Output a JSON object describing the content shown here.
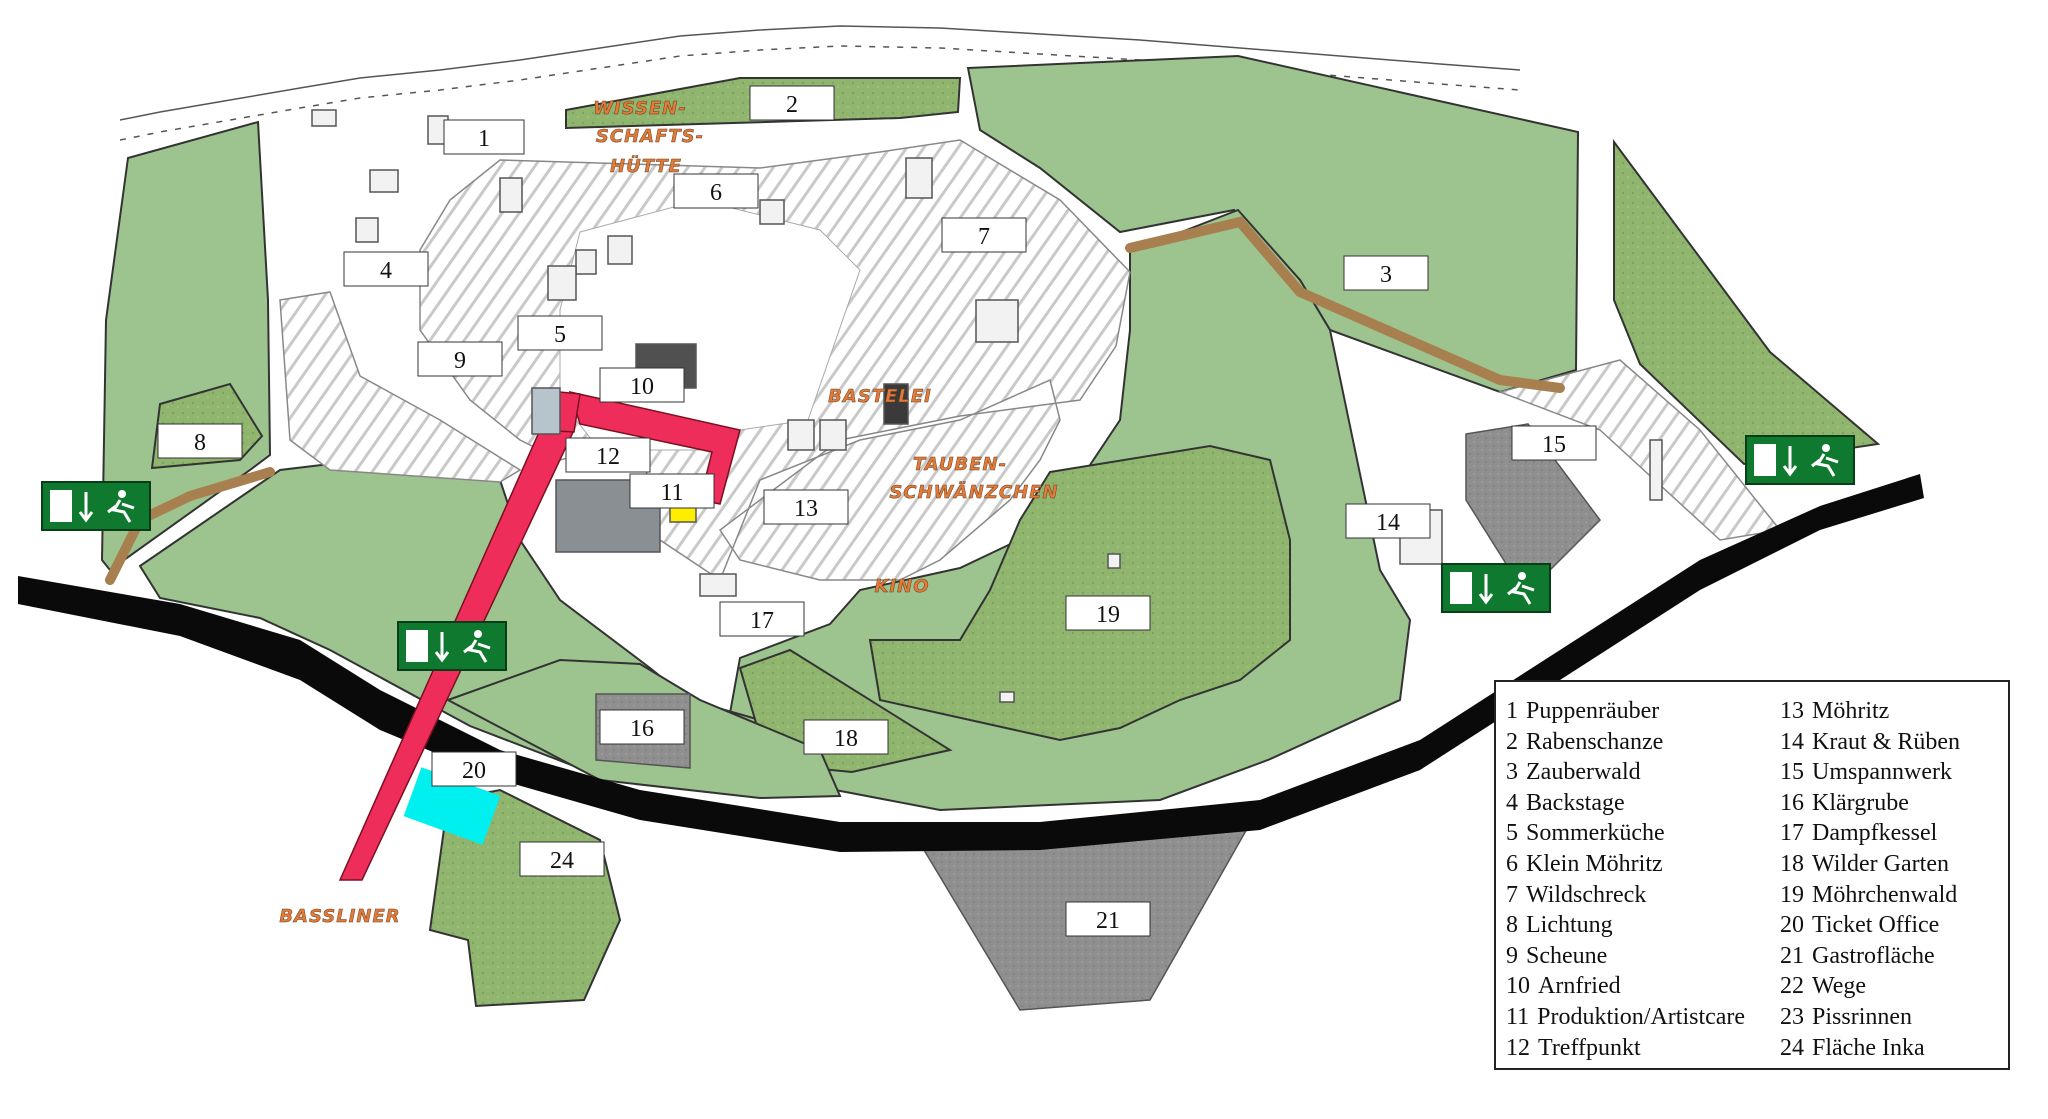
{
  "areas": [
    {
      "id": "1",
      "label": "1"
    },
    {
      "id": "2",
      "label": "2"
    },
    {
      "id": "3",
      "label": "3"
    },
    {
      "id": "4",
      "label": "4"
    },
    {
      "id": "5",
      "label": "5"
    },
    {
      "id": "6",
      "label": "6"
    },
    {
      "id": "7",
      "label": "7"
    },
    {
      "id": "8",
      "label": "8"
    },
    {
      "id": "9",
      "label": "9"
    },
    {
      "id": "10",
      "label": "10"
    },
    {
      "id": "11",
      "label": "11"
    },
    {
      "id": "12",
      "label": "12"
    },
    {
      "id": "13",
      "label": "13"
    },
    {
      "id": "14",
      "label": "14"
    },
    {
      "id": "15",
      "label": "15"
    },
    {
      "id": "16",
      "label": "16"
    },
    {
      "id": "17",
      "label": "17"
    },
    {
      "id": "18",
      "label": "18"
    },
    {
      "id": "19",
      "label": "19"
    },
    {
      "id": "20",
      "label": "20"
    },
    {
      "id": "21",
      "label": "21"
    },
    {
      "id": "24",
      "label": "24"
    }
  ],
  "handwritten_labels": {
    "wissenschaftshuette": [
      "WISSEN-",
      "SCHAFTS-",
      "HÜTTE"
    ],
    "bastelei": "BASTELEI",
    "taubenschwaenzchen": [
      "TAUBEN-",
      "SCHWÄNZCHEN"
    ],
    "kino": "KINO",
    "bassliner": "BASSLINER"
  },
  "legend": {
    "col1": [
      {
        "num": "1",
        "name": "Puppenräuber"
      },
      {
        "num": "2",
        "name": "Rabenschanze"
      },
      {
        "num": "3",
        "name": "Zauberwald"
      },
      {
        "num": "4",
        "name": "Backstage"
      },
      {
        "num": "5",
        "name": "Sommerküche"
      },
      {
        "num": "6",
        "name": "Klein Möhritz"
      },
      {
        "num": "7",
        "name": "Wildschreck"
      },
      {
        "num": "8",
        "name": "Lichtung"
      },
      {
        "num": "9",
        "name": "Scheune"
      },
      {
        "num": "10",
        "name": "Arnfried"
      },
      {
        "num": "11",
        "name": "Produktion/Artistcare"
      },
      {
        "num": "12",
        "name": "Treffpunkt"
      }
    ],
    "col2": [
      {
        "num": "13",
        "name": "Möhritz"
      },
      {
        "num": "14",
        "name": "Kraut & Rüben"
      },
      {
        "num": "15",
        "name": "Umspannwerk"
      },
      {
        "num": "16",
        "name": "Klärgrube"
      },
      {
        "num": "17",
        "name": "Dampfkessel"
      },
      {
        "num": "18",
        "name": "Wilder Garten"
      },
      {
        "num": "19",
        "name": "Möhrchenwald"
      },
      {
        "num": "20",
        "name": "Ticket Office"
      },
      {
        "num": "21",
        "name": "Gastrofläche"
      },
      {
        "num": "22",
        "name": "Wege"
      },
      {
        "num": "23",
        "name": "Pissrinnen"
      },
      {
        "num": "24",
        "name": "Fläche Inka"
      }
    ]
  },
  "colors": {
    "grass": "#9dc48f",
    "grass_textured": "#8fb56e",
    "road": "#0a0a0a",
    "path": "#a87f4f",
    "gravel": "#8f8f8f",
    "entry_path": "#ee2d5a",
    "ticket": "#00f0f0",
    "exit_sign": "#0f7a2f",
    "handwriting": "#e07b39"
  },
  "icons": [
    "emergency-exit-sign-icon",
    "fence-icon",
    "tent-icon"
  ]
}
